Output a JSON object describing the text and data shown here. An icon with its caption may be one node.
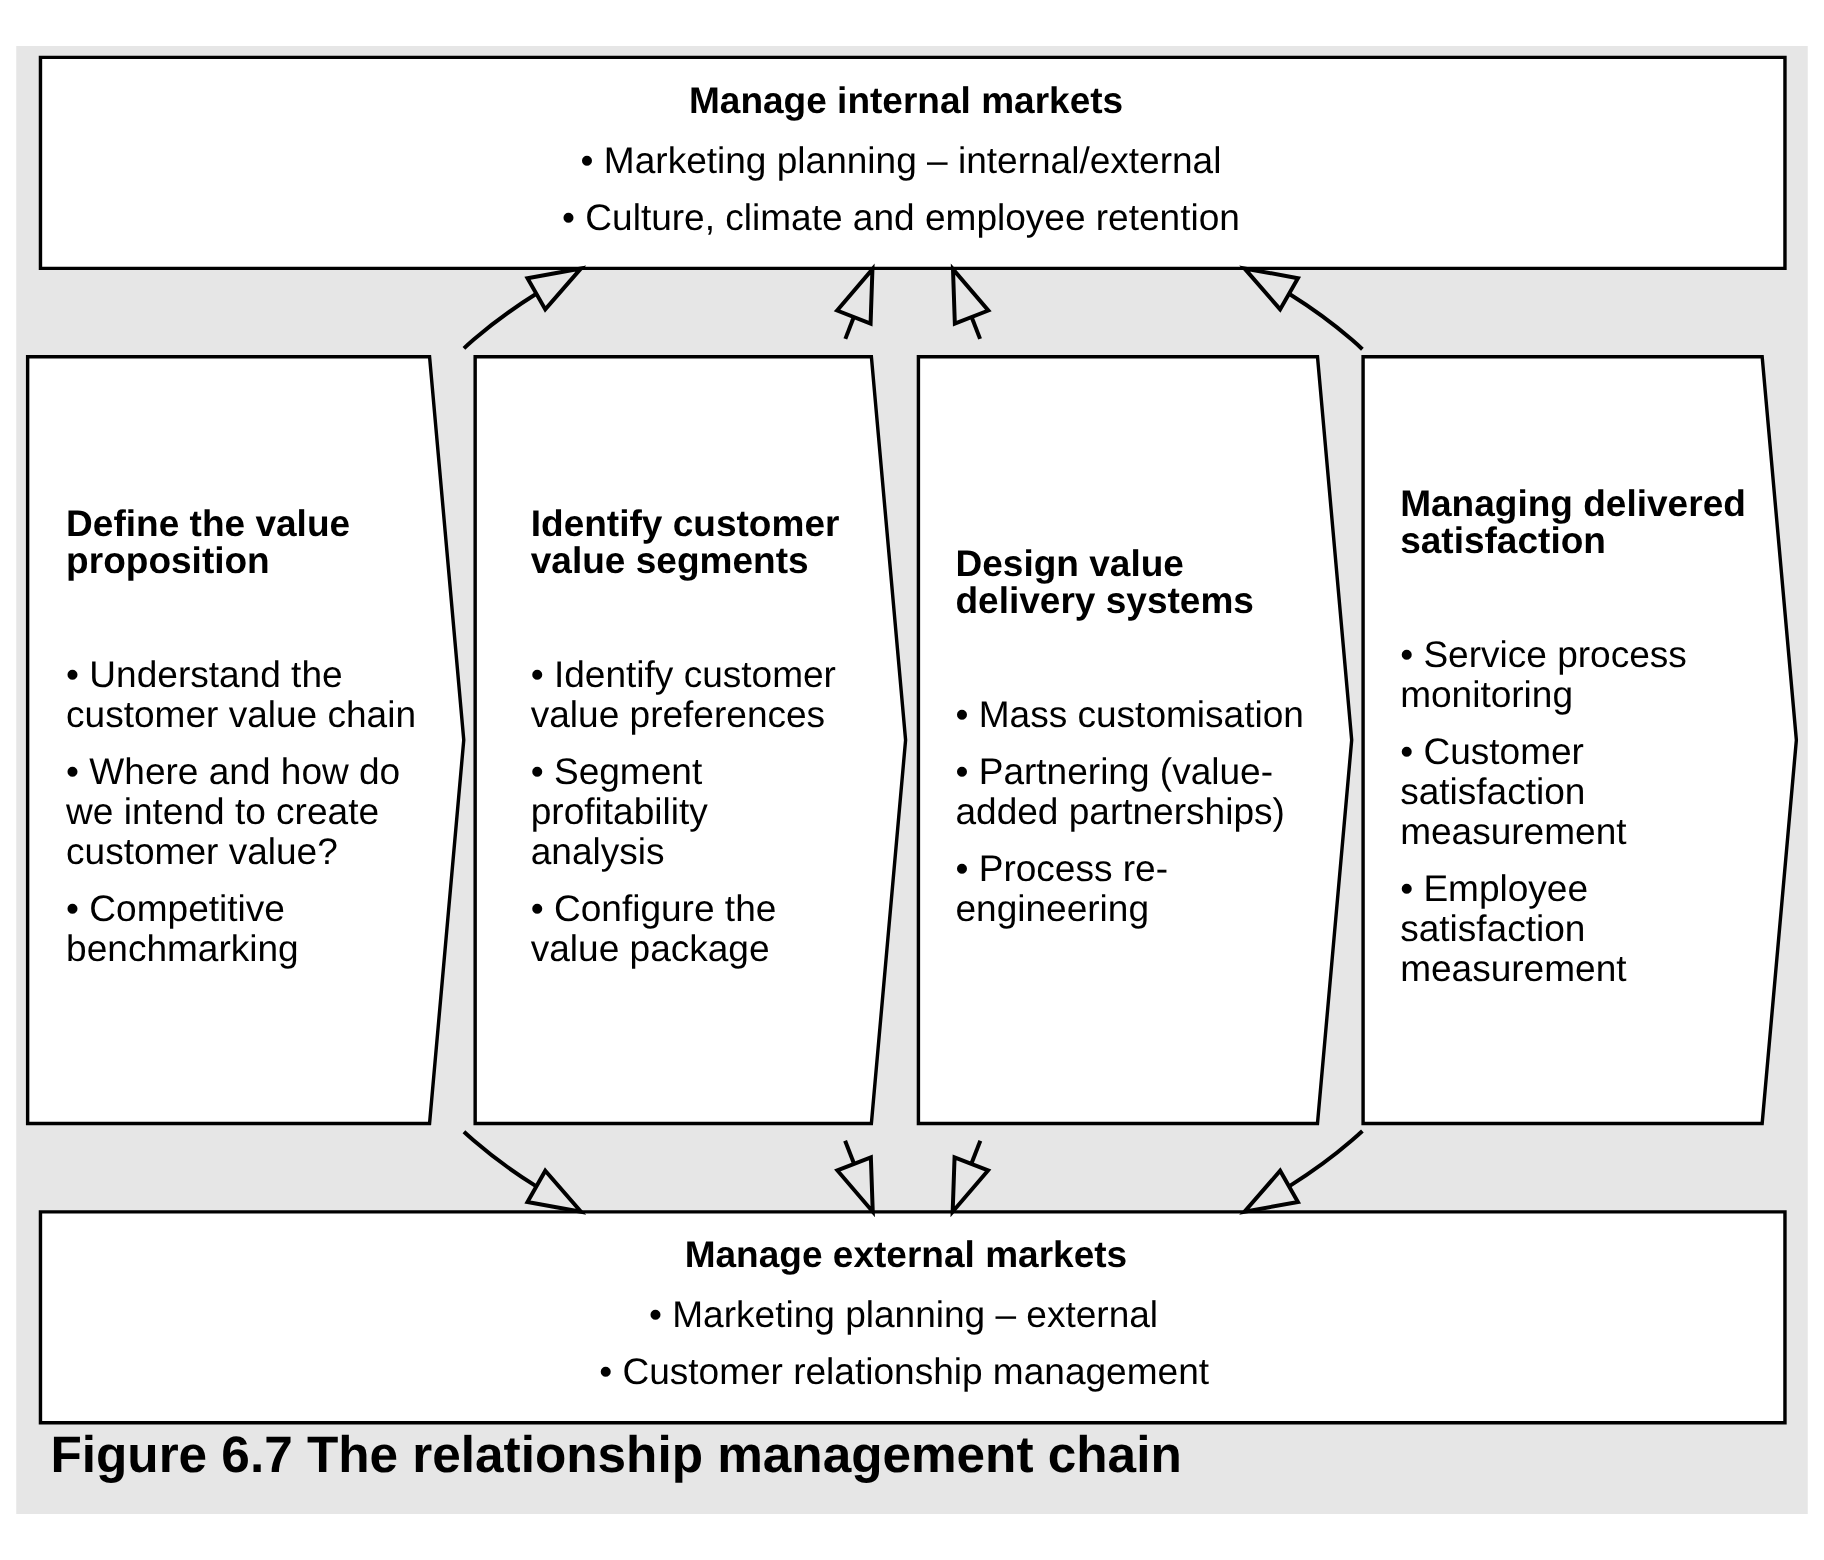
{
  "diagram": {
    "caption": "Figure 6.7 The relationship management chain",
    "nodes": [
      {
        "text": [
          "Manage internal markets",
          "• Marketing planning – internal/external",
          "• Culture, climate and employee retention"
        ]
      },
      {
        "text": [
          "Define the value proposition",
          "• Understand the customer value chain",
          "• Where and how do we intend to create customer value?",
          "• Competitive benchmarking"
        ]
      },
      {
        "text": [
          "Identify customer value segments",
          "• Identify customer value preferences",
          "• Segment profitability analysis",
          "• Configure the value package"
        ]
      },
      {
        "text": [
          "Design value delivery systems",
          "• Mass customisation",
          "• Partnering (value-added partnerships)",
          "• Process re-engineering"
        ]
      },
      {
        "text": [
          "Managing delivered satisfaction",
          "• Service process monitoring",
          "• Customer satisfaction measurement",
          "• Employee satisfaction measurement"
        ]
      },
      {
        "text": [
          "Manage external markets",
          "• Marketing planning – external",
          "• Customer relationship management"
        ]
      }
    ],
    "edges": [
      {
        "from": 1,
        "to": 0,
        "arrow": "to"
      },
      {
        "from": 2,
        "to": 0,
        "arrow": "to"
      },
      {
        "from": 3,
        "to": 0,
        "arrow": "to"
      },
      {
        "from": 4,
        "to": 0,
        "arrow": "to"
      },
      {
        "from": 1,
        "to": 5,
        "arrow": "to"
      },
      {
        "from": 2,
        "to": 5,
        "arrow": "to"
      },
      {
        "from": 3,
        "to": 5,
        "arrow": "to"
      },
      {
        "from": 4,
        "to": 5,
        "arrow": "to"
      }
    ]
  }
}
